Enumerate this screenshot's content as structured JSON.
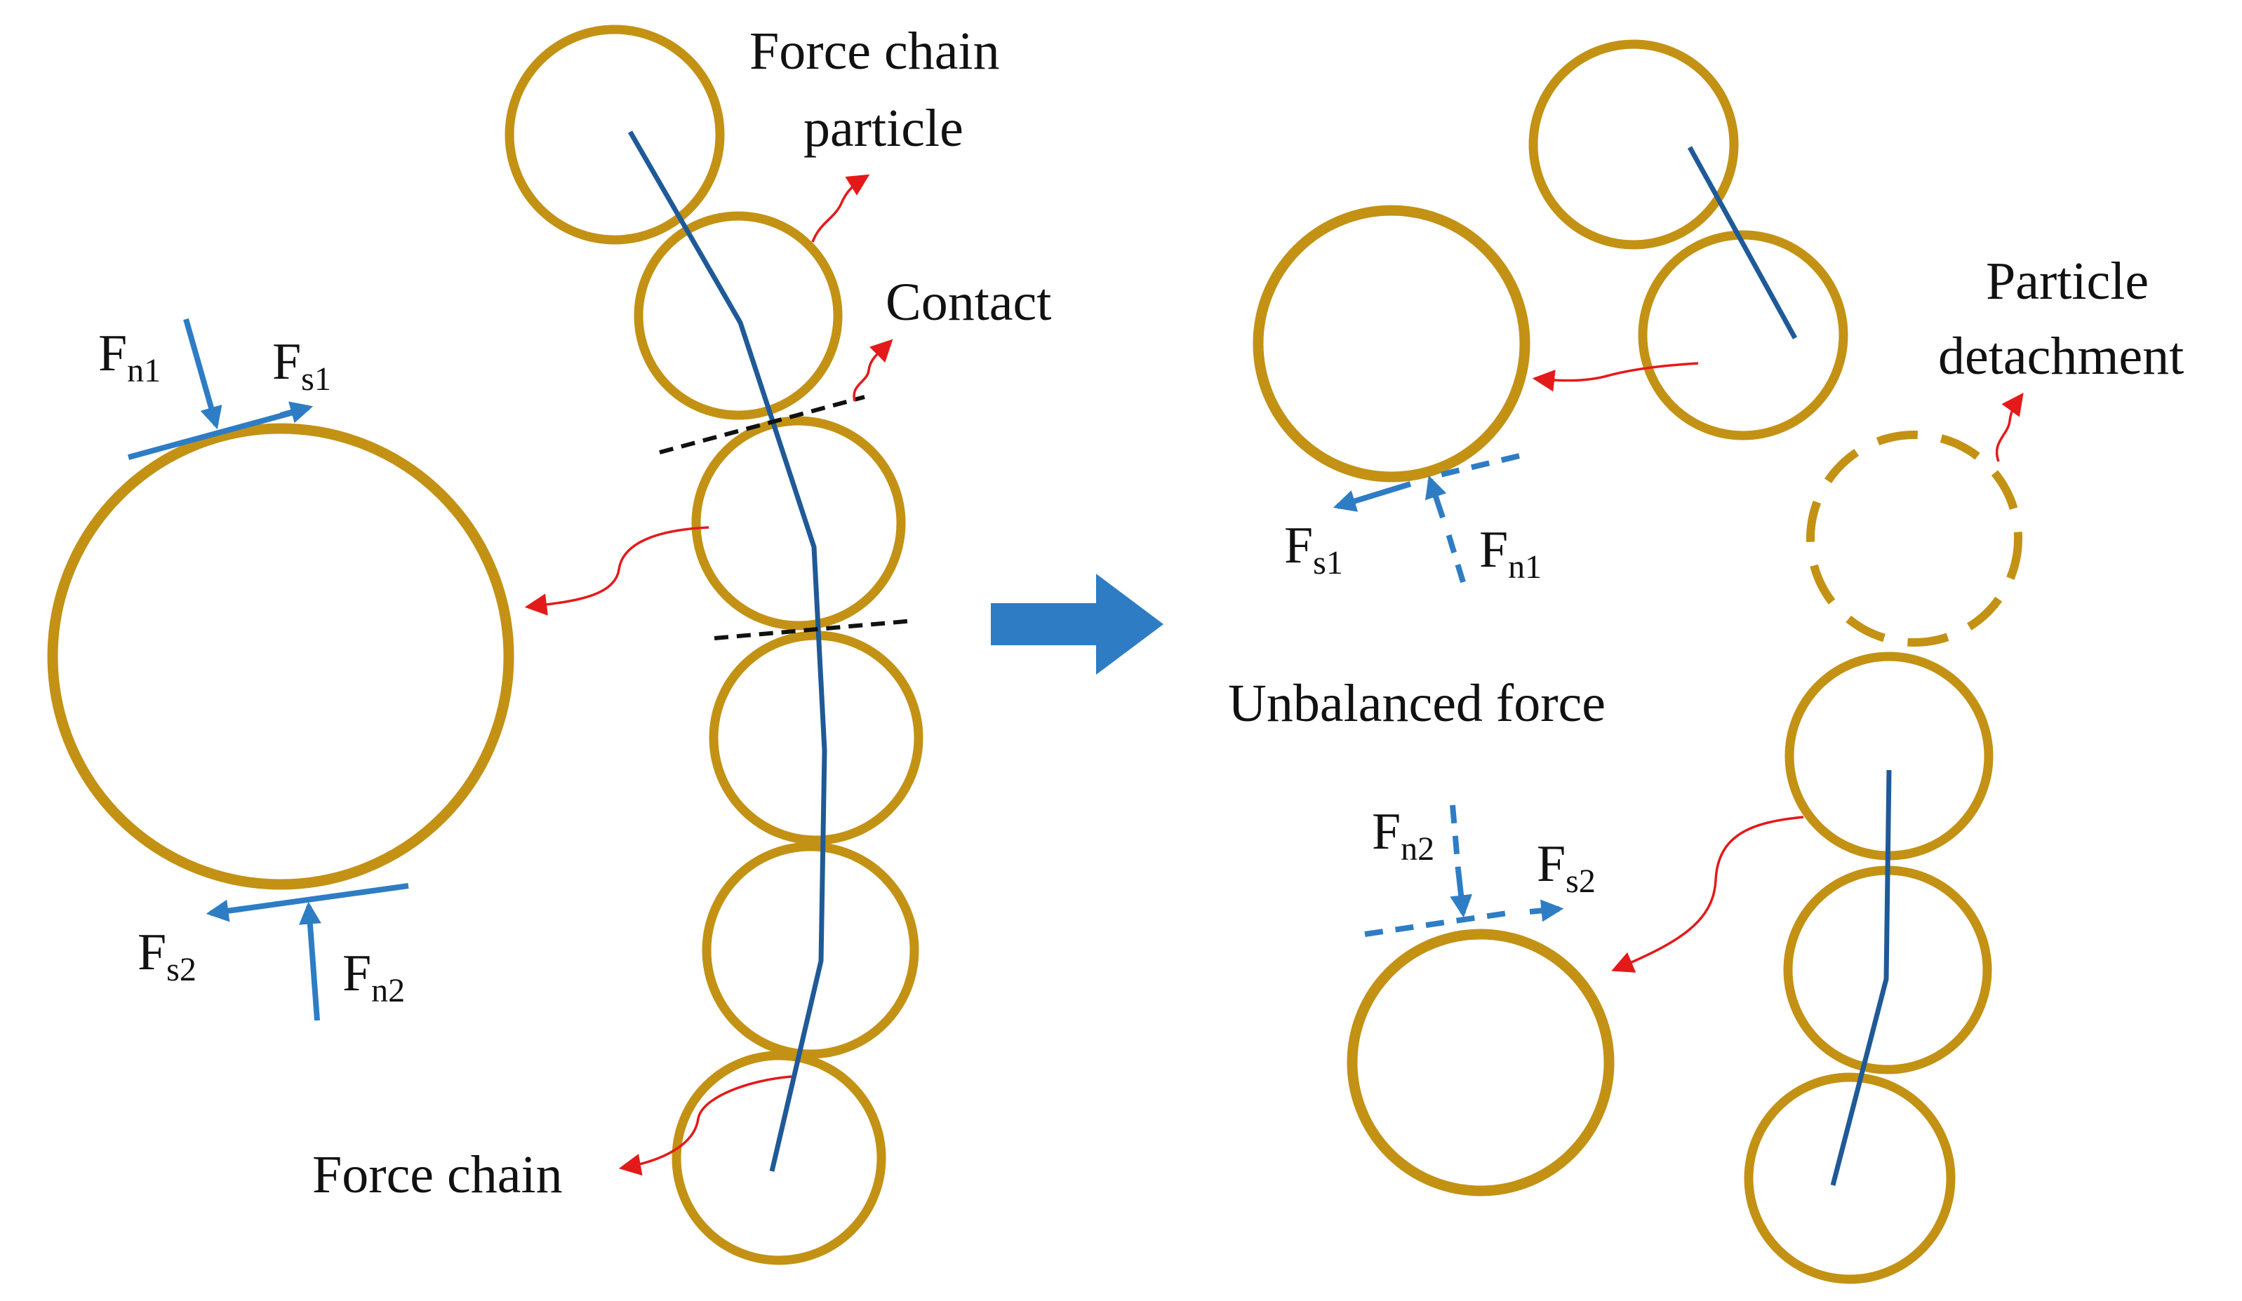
{
  "labels": {
    "force_chain_particle_line1": "Force chain",
    "force_chain_particle_line2": "particle",
    "contact": "Contact",
    "force_chain": "Force chain",
    "particle_detachment_line1": "Particle",
    "particle_detachment_line2": "detachment",
    "unbalanced_force": "Unbalanced force"
  },
  "forces_left": {
    "fn1": {
      "main": "F",
      "sub": "n1"
    },
    "fs1": {
      "main": "F",
      "sub": "s1"
    },
    "fs2": {
      "main": "F",
      "sub": "s2"
    },
    "fn2": {
      "main": "F",
      "sub": "n2"
    }
  },
  "forces_right": {
    "fs1": {
      "main": "F",
      "sub": "s1"
    },
    "fn1": {
      "main": "F",
      "sub": "n1"
    },
    "fn2": {
      "main": "F",
      "sub": "n2"
    },
    "fs2": {
      "main": "F",
      "sub": "s2"
    }
  },
  "colors": {
    "particle": "#C39214",
    "force_chain": "#1F5A97",
    "force_arrow": "#2E7DC4",
    "callout_arrow": "#E41A1A",
    "contact_line": "#111111"
  }
}
